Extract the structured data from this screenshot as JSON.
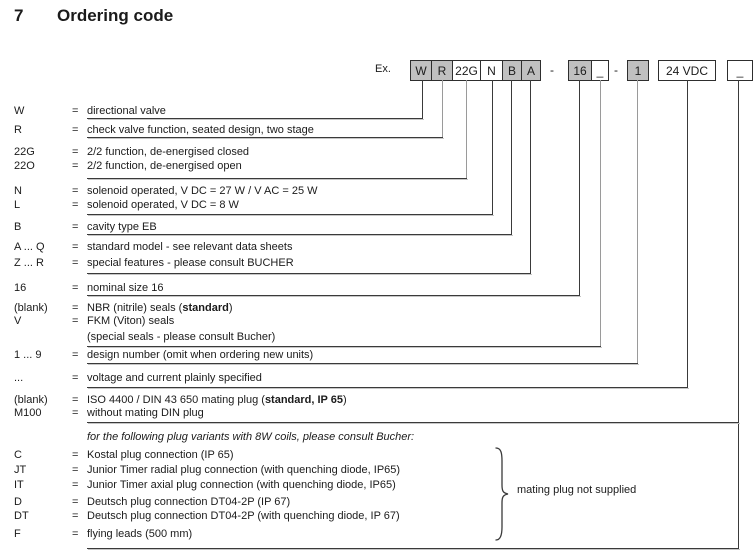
{
  "document": {
    "section_number": "7",
    "section_title": "Ordering code"
  },
  "example": {
    "label": "Ex.",
    "boxes": [
      {
        "text": "W",
        "shaded": true
      },
      {
        "text": "R",
        "shaded": true
      },
      {
        "text": "22G",
        "shaded": false
      },
      {
        "text": "N",
        "shaded": false
      },
      {
        "text": "B",
        "shaded": true
      },
      {
        "text": "A",
        "shaded": true
      },
      {
        "text": "16",
        "shaded": true
      },
      {
        "text": "_",
        "shaded": false
      },
      {
        "text": "1",
        "shaded": true
      },
      {
        "text": "24 VDC",
        "shaded": false
      },
      {
        "text": "_",
        "shaded": false
      }
    ],
    "separators": [
      "-",
      "-"
    ]
  },
  "code_rows": [
    {
      "label": "W",
      "eq": "=",
      "desc": [
        {
          "t": "directional valve"
        }
      ]
    },
    {
      "label": "R",
      "eq": "=",
      "desc": [
        {
          "t": "check valve function, seated design, two stage"
        }
      ]
    },
    {
      "label": "22G",
      "eq": "=",
      "desc": [
        {
          "t": "2/2 function, de-energised closed"
        }
      ]
    },
    {
      "label": "22O",
      "eq": "=",
      "desc": [
        {
          "t": "2/2 function, de-energised open"
        }
      ]
    },
    {
      "label": "N",
      "eq": "=",
      "desc": [
        {
          "t": "solenoid operated, V DC = 27 W  /  V AC = 25 W"
        }
      ]
    },
    {
      "label": "L",
      "eq": "=",
      "desc": [
        {
          "t": "solenoid operated, V DC = 8 W"
        }
      ]
    },
    {
      "label": "B",
      "eq": "=",
      "desc": [
        {
          "t": "cavity type EB"
        }
      ]
    },
    {
      "label": "A ... Q",
      "eq": "=",
      "desc": [
        {
          "t": "standard model - see relevant data sheets"
        }
      ]
    },
    {
      "label": "Z ... R",
      "eq": "=",
      "desc": [
        {
          "t": "special features - please consult BUCHER"
        }
      ]
    },
    {
      "label": "16",
      "eq": "=",
      "desc": [
        {
          "t": "nominal size 16"
        }
      ]
    },
    {
      "label": "(blank)",
      "eq": "=",
      "desc": [
        {
          "t": "NBR (nitrile) seals  ("
        },
        {
          "t": "standard",
          "bold": true
        },
        {
          "t": ")"
        }
      ]
    },
    {
      "label": "V",
      "eq": "=",
      "desc": [
        {
          "t": "FKM (Viton) seals"
        }
      ]
    },
    {
      "label": "",
      "eq": "",
      "desc": [
        {
          "t": "(special seals - please consult Bucher)"
        }
      ]
    },
    {
      "label": "1 ... 9",
      "eq": "=",
      "desc": [
        {
          "t": "design number (omit when ordering new units)"
        }
      ]
    },
    {
      "label": "...",
      "eq": "=",
      "desc": [
        {
          "t": "voltage and current plainly specified"
        }
      ]
    },
    {
      "label": "(blank)",
      "eq": "=",
      "desc": [
        {
          "t": "ISO 4400 / DIN 43 650 mating plug ("
        },
        {
          "t": "standard, IP 65",
          "bold": true
        },
        {
          "t": ")"
        }
      ]
    },
    {
      "label": "M100",
      "eq": "=",
      "desc": [
        {
          "t": "without mating DIN plug"
        }
      ]
    }
  ],
  "plug_section": {
    "note": "for the following plug variants with 8W coils, please consult Bucher:",
    "rows": [
      {
        "label": "C",
        "eq": "=",
        "desc": [
          {
            "t": "Kostal plug connection (IP 65)"
          }
        ]
      },
      {
        "label": "JT",
        "eq": "=",
        "desc": [
          {
            "t": "Junior Timer radial plug connection (with quenching diode, IP65)"
          }
        ]
      },
      {
        "label": "IT",
        "eq": "=",
        "desc": [
          {
            "t": "Junior Timer axial plug connection (with quenching diode, IP65)"
          }
        ]
      },
      {
        "label": "D",
        "eq": "=",
        "desc": [
          {
            "t": "Deutsch plug connection DT04-2P (IP 67)"
          }
        ]
      },
      {
        "label": "DT",
        "eq": "=",
        "desc": [
          {
            "t": "Deutsch plug connection DT04-2P (with quenching diode, IP 67)"
          }
        ]
      },
      {
        "label": "F",
        "eq": "=",
        "desc": [
          {
            "t": "flying leads (500 mm)"
          }
        ]
      }
    ],
    "brace_label": "mating plug not supplied"
  },
  "colors": {
    "shaded_box": "#c0c0c0",
    "line": "#3a3a3a",
    "line_light": "#9a9a9a",
    "text": "#1b1b1b"
  }
}
